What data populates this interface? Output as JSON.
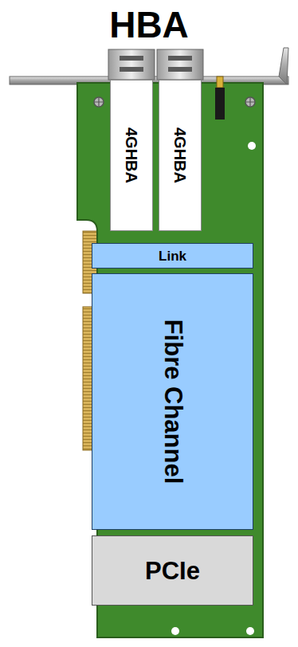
{
  "diagram": {
    "title": "HBA",
    "nodes": [
      {
        "text": [
          "4GHBA"
        ]
      },
      {
        "text": [
          "4GHBA"
        ]
      },
      {
        "text": [
          "Link"
        ]
      },
      {
        "text": [
          "Fibre Channel"
        ]
      },
      {
        "text": [
          "PCIe"
        ]
      }
    ]
  }
}
